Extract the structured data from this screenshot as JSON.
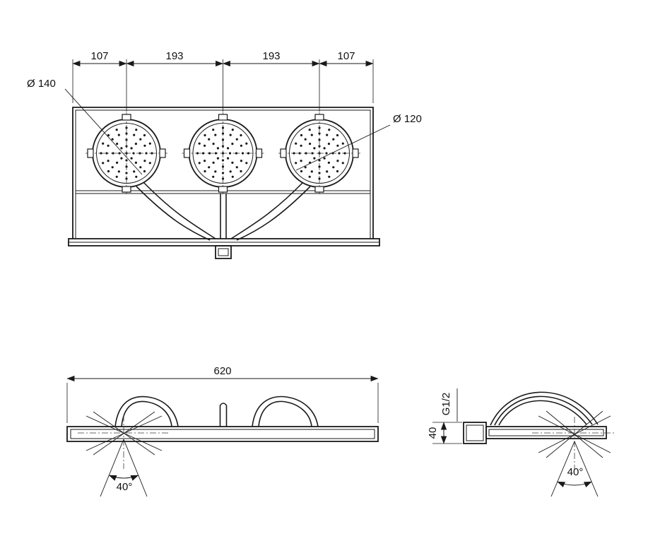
{
  "drawing": {
    "background": "#ffffff",
    "line_color": "#1a1a1a"
  },
  "top_view": {
    "dims": [
      "107",
      "193",
      "193",
      "107"
    ],
    "diameter_left": "Ø 140",
    "diameter_right": "Ø 120"
  },
  "front_view": {
    "width": "620",
    "spray_angle": "40°"
  },
  "side_view": {
    "thread": "G1/2",
    "block_size": "40",
    "spray_angle": "40°"
  }
}
